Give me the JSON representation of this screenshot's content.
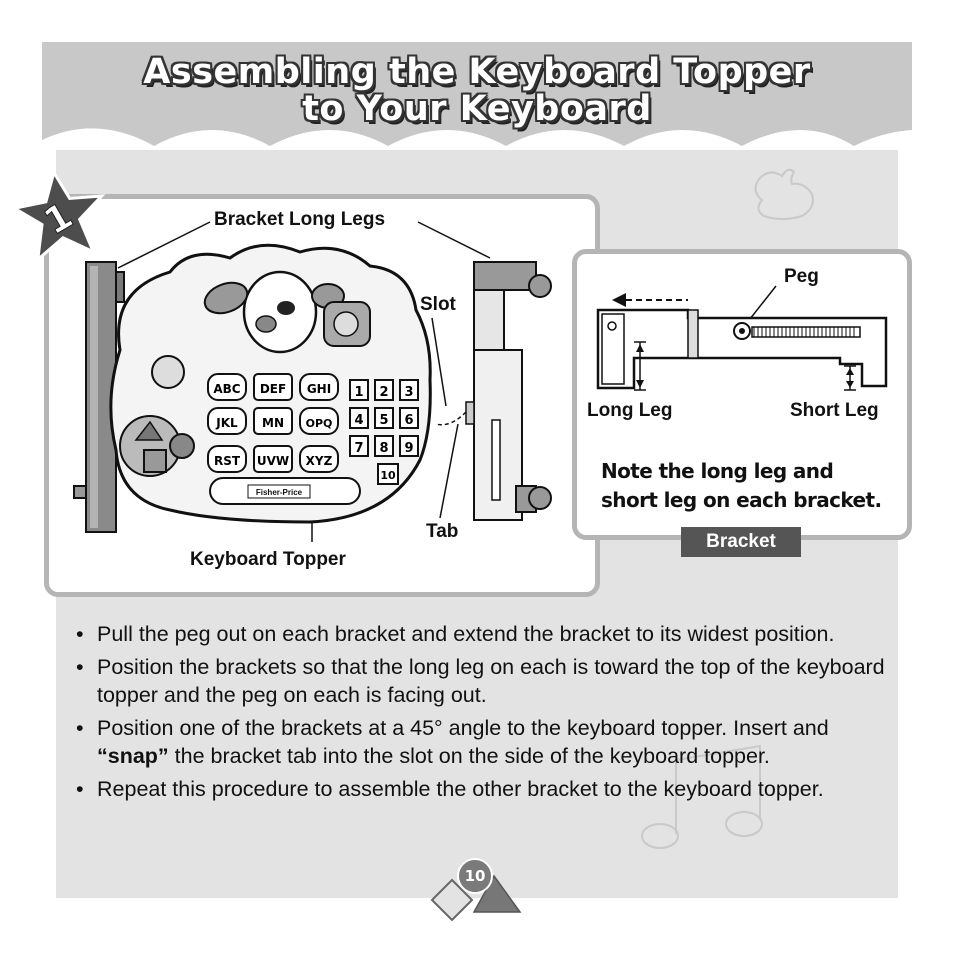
{
  "header": {
    "title_line1": "Assembling the Keyboard Topper",
    "title_line2": "to Your Keyboard"
  },
  "step": {
    "number": "1"
  },
  "diagram_labels": {
    "bracket_long_legs": "Bracket Long Legs",
    "slot": "Slot",
    "tab": "Tab",
    "keyboard_topper": "Keyboard Topper",
    "brand": "Fisher-Price"
  },
  "keys": {
    "letters": [
      "ABC",
      "DEF",
      "GHI",
      "JKL",
      "MN",
      "OPQ",
      "RST",
      "UVW",
      "XYZ"
    ],
    "numbers": [
      "1",
      "2",
      "3",
      "4",
      "5",
      "6",
      "7",
      "8",
      "9",
      "10"
    ]
  },
  "bracket_panel": {
    "peg_label": "Peg",
    "long_leg_label": "Long Leg",
    "short_leg_label": "Short Leg",
    "note_line1": "Note the long leg and",
    "note_line2": "short leg on each bracket.",
    "caption": "Bracket"
  },
  "instructions": {
    "bullet1": "Pull the peg out on each bracket and extend the bracket to its widest position.",
    "bullet2": "Position the brackets so that the long leg on each is toward the top of the keyboard topper and the peg on each is facing out.",
    "bullet3_pre": "Position one of the brackets at a 45° angle to the keyboard topper. Insert and ",
    "bullet3_bold": "“snap”",
    "bullet3_post": " the bracket tab into the slot on the side of the keyboard topper.",
    "bullet4": "Repeat this procedure to assemble the other bracket to the keyboard topper."
  },
  "footer": {
    "page_number": "10"
  },
  "colors": {
    "banner": "#c8c8c8",
    "page_background": "#e3e3e3",
    "panel_border": "#b5b5b5",
    "caption_tag": "#555555",
    "star": "#4d4d4d"
  }
}
